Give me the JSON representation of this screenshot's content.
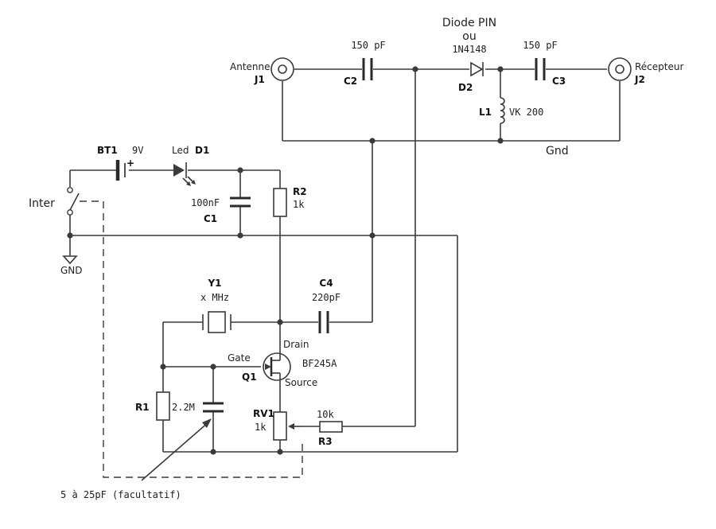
{
  "labels": {
    "diode_pin": "Diode PIN",
    "ou": "ou",
    "n4148": "1N4148",
    "c2_value": "150 pF",
    "c3_value": "150 pF",
    "antenne": "Antenne",
    "j1": "J1",
    "c2": "C2",
    "d2": "D2",
    "c3": "C3",
    "recepteur": "Récepteur",
    "j2": "J2",
    "l1": "L1",
    "l1_value": "VK 200",
    "gnd_top": "Gnd",
    "bt1": "BT1",
    "bt1_value": "9V",
    "led": "Led",
    "d1": "D1",
    "plus": "+",
    "c1_value": "100nF",
    "c1": "C1",
    "r2": "R2",
    "r2_value": "1k",
    "inter": "Inter",
    "gnd_symbol": "GND",
    "y1": "Y1",
    "y1_value": "x MHz",
    "c4": "C4",
    "c4_value": "220pF",
    "drain": "Drain",
    "gate": "Gate",
    "q1": "Q1",
    "q1_value": "BF245A",
    "source": "Source",
    "r1": "R1",
    "r1_value": "2.2M",
    "rv1": "RV1",
    "rv1_value": "1k",
    "r3_value": "10k",
    "r3": "R3",
    "trimmer_note": "5 à 25pF (facultatif)"
  }
}
